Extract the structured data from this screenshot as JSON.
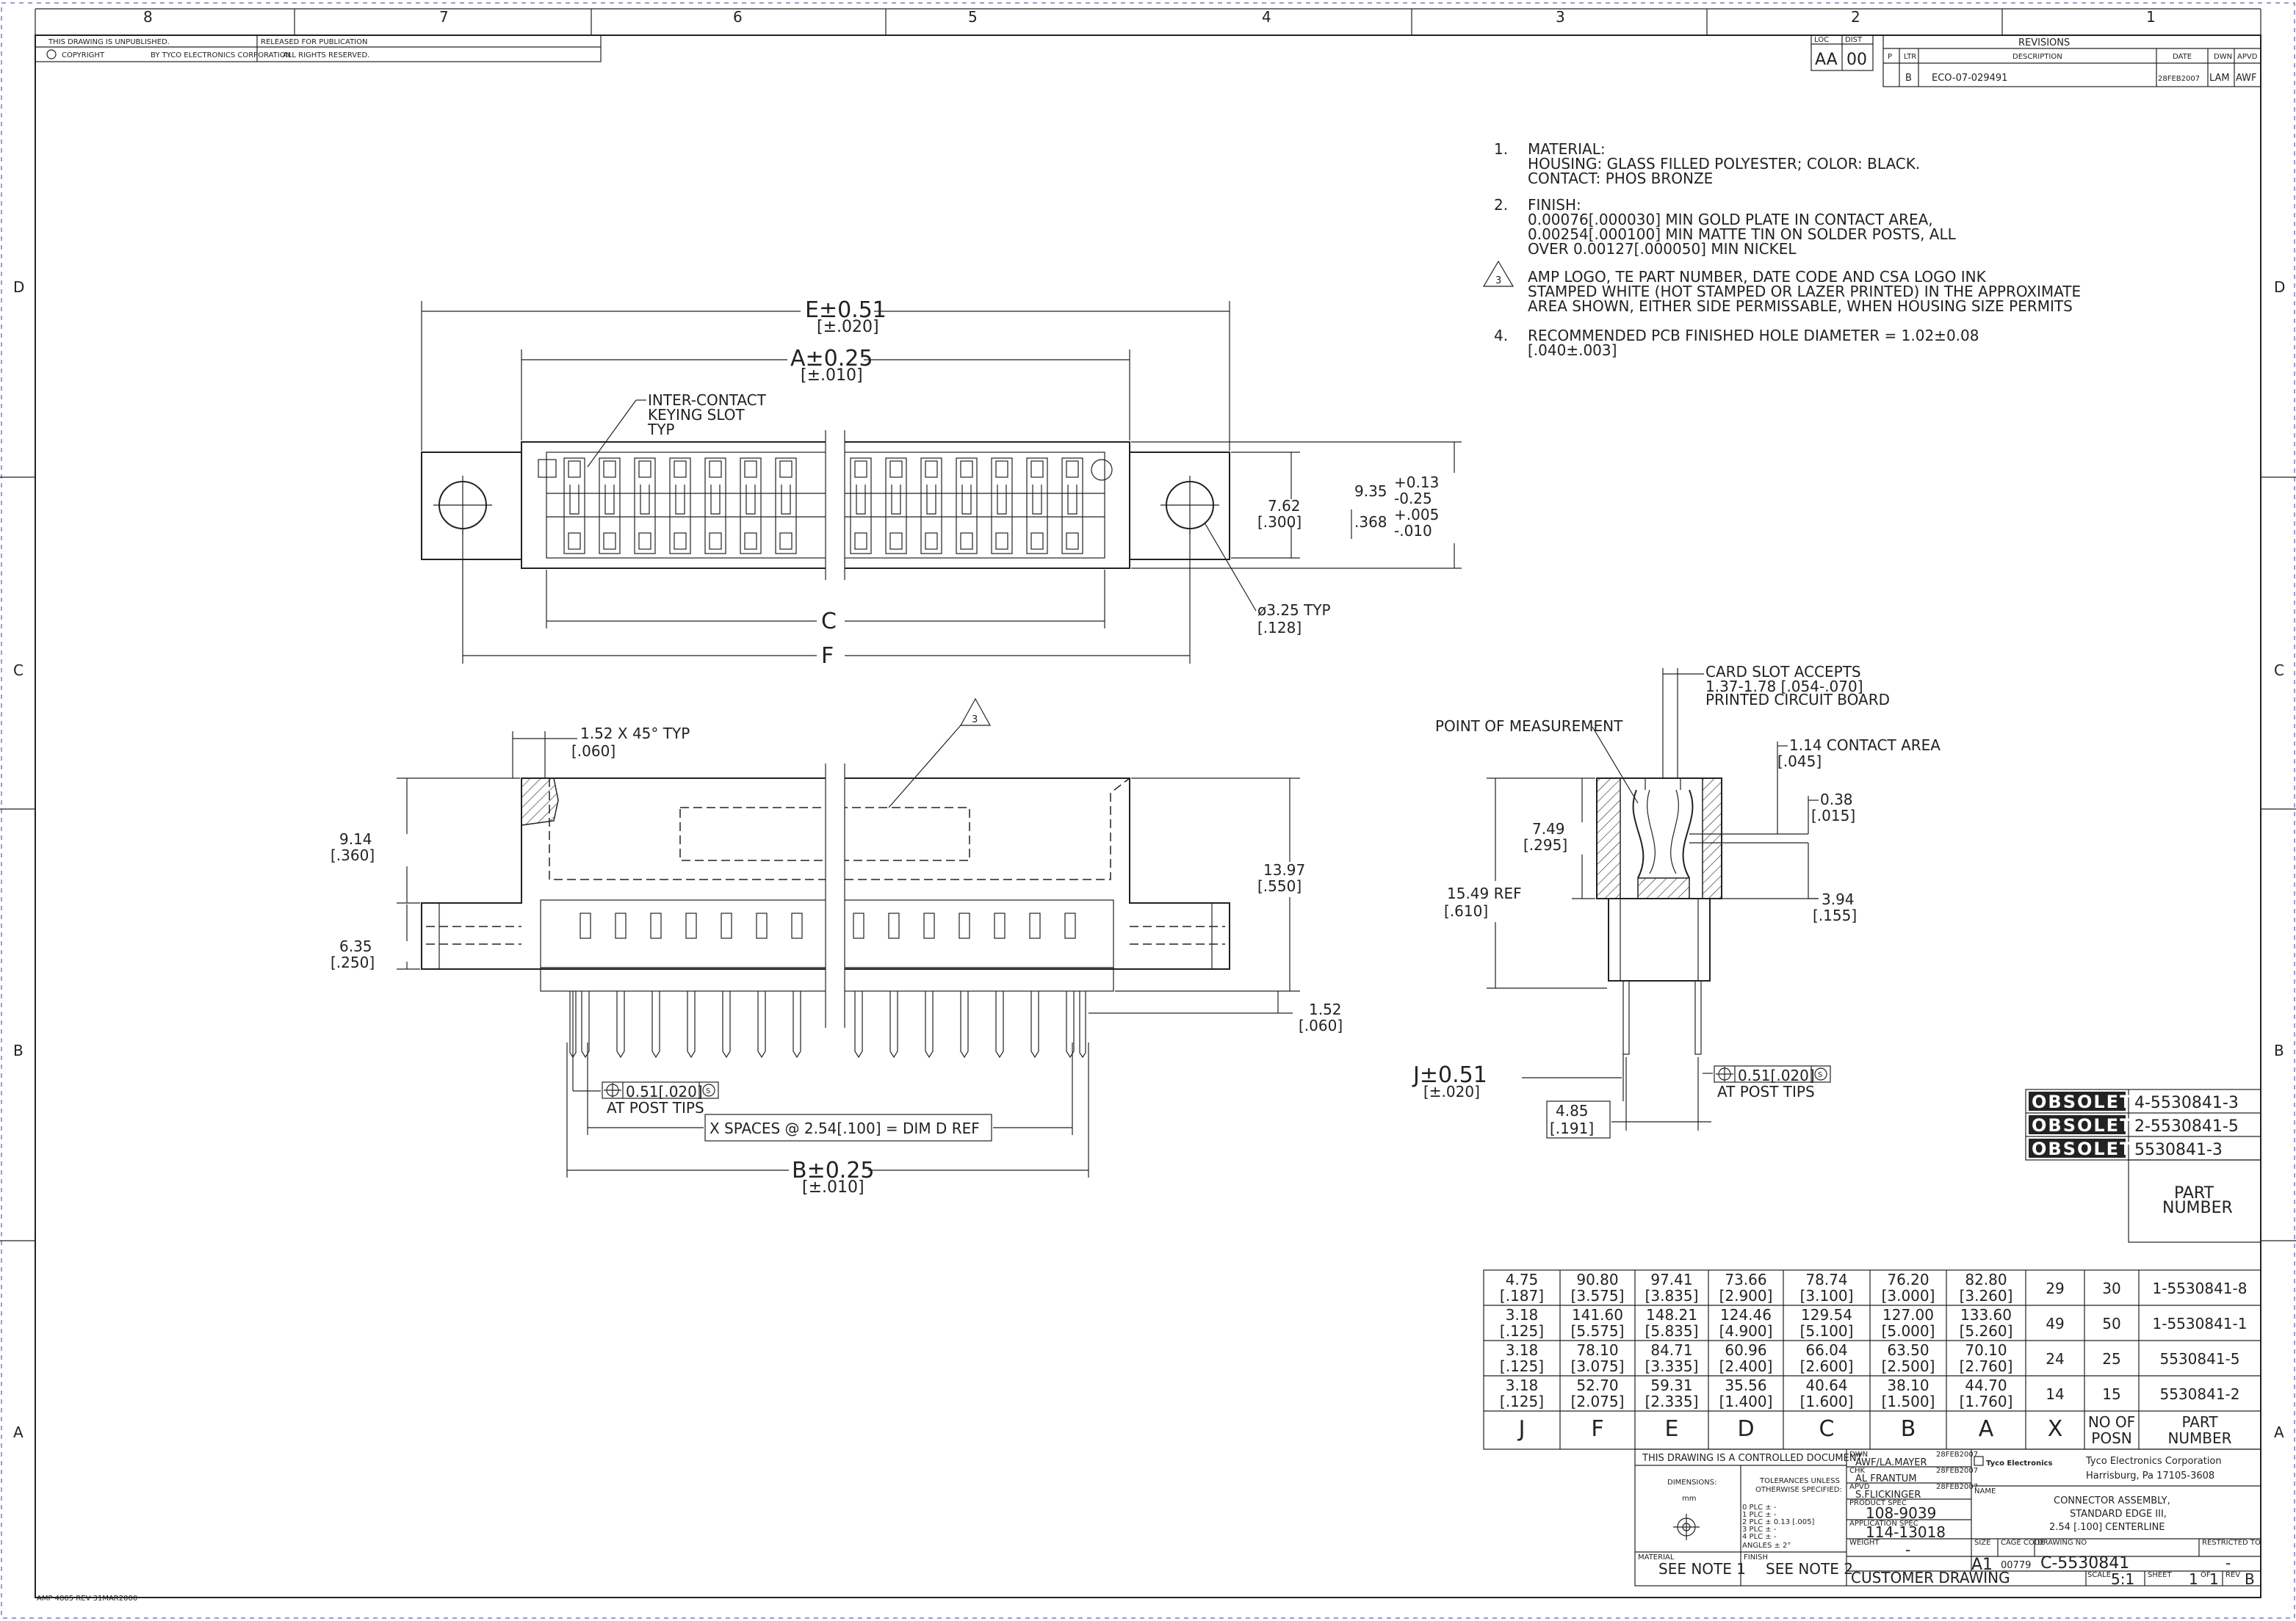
{
  "zones_top": [
    "8",
    "7",
    "6",
    "5",
    "4",
    "3",
    "2",
    "1"
  ],
  "zones_side_left": [
    "D",
    "C",
    "B",
    "A"
  ],
  "zones_side_right": [
    "D",
    "C",
    "B",
    "A"
  ],
  "header_block": {
    "unpublished": "THIS DRAWING IS UNPUBLISHED.",
    "released": "RELEASED FOR PUBLICATION",
    "copyright": "COPYRIGHT",
    "corporation": "BY TYCO ELECTRONICS CORPORATION",
    "rights": "ALL RIGHTS RESERVED."
  },
  "loc": {
    "label_loc": "LOC",
    "label_dist": "DIST",
    "loc": "AA",
    "dist": "00"
  },
  "revisions": {
    "title": "REVISIONS",
    "headers": [
      "P",
      "LTR",
      "DESCRIPTION",
      "DATE",
      "DWN",
      "APVD"
    ],
    "rows": [
      [
        "",
        "B",
        "ECO-07-029491",
        "28FEB2007",
        "LAM",
        "AWF"
      ]
    ]
  },
  "notes": [
    {
      "num": "1.",
      "lines": [
        "MATERIAL:",
        "HOUSING: GLASS FILLED POLYESTER;   COLOR: BLACK.",
        "CONTACT: PHOS BRONZE"
      ]
    },
    {
      "num": "2.",
      "lines": [
        "FINISH:",
        "0.00076[.000030] MIN GOLD PLATE IN CONTACT AREA,",
        "0.00254[.000100] MIN MATTE TIN ON SOLDER POSTS, ALL",
        "OVER 0.00127[.000050] MIN NICKEL"
      ]
    },
    {
      "num": "3",
      "lines": [
        "AMP LOGO, TE PART NUMBER, DATE CODE AND CSA LOGO INK",
        "STAMPED WHITE (HOT STAMPED OR LAZER PRINTED) IN THE APPROXIMATE",
        "AREA SHOWN, EITHER SIDE PERMISSABLE, WHEN HOUSING SIZE PERMITS"
      ]
    },
    {
      "num": "4.",
      "lines": [
        "RECOMMENDED PCB FINISHED HOLE DIAMETER = 1.02±0.08",
        "[.040±.003]"
      ]
    }
  ],
  "top_view": {
    "dim_e": "E±0.51",
    "dim_e_in": "[±.020]",
    "dim_a": "A±0.25",
    "dim_a_in": "[±.010]",
    "slot_label": [
      "INTER-CONTACT",
      "KEYING SLOT",
      "TYP"
    ],
    "dim_c": "C",
    "dim_f": "F",
    "hole": "ø3.25  TYP",
    "hole_in": "[.128]",
    "h762": "7.62",
    "h762_in": "[.300]",
    "h935": "9.35",
    "tol_up": "+0.13",
    "tol_dn": "-0.25",
    "h368": ".368",
    "tol_up_in": "+.005",
    "tol_dn_in": "-.010"
  },
  "front_view": {
    "chamfer": "1.52 X 45°  TYP",
    "chamfer_in": "[.060]",
    "note_tag": "3",
    "h914": "9.14",
    "h914_in": "[.360]",
    "h635": "6.35",
    "h635_in": "[.250]",
    "h1397": "13.97",
    "h1397_in": "[.550]",
    "h152": "1.52",
    "h152_in": "[.060]",
    "pos_tol": "0.51[.020]",
    "pos_s": "S",
    "post_tips": "AT POST TIPS",
    "spaces": "X  SPACES @ 2.54[.100] = DIM  D  REF",
    "dim_b": "B±0.25",
    "dim_b_in": "[±.010]"
  },
  "side_view": {
    "card_slot": [
      "CARD SLOT ACCEPTS",
      "1.37-1.78 [.054-.070]",
      "PRINTED CIRCUIT BOARD"
    ],
    "point": "POINT OF MEASUREMENT",
    "contact_area": "1.14  CONTACT AREA",
    "contact_area_in": "[.045]",
    "d038": "0.38",
    "d038_in": "[.015]",
    "d749": "7.49",
    "d749_in": "[.295]",
    "d1549": "15.49  REF",
    "d1549_in": "[.610]",
    "d394": "3.94",
    "d394_in": "[.155]",
    "dim_j": "J±0.51",
    "dim_j_in": "[±.020]",
    "pos_tol": "0.51[.020]",
    "pos_s": "S",
    "post_tips": "AT POST TIPS",
    "d485": "4.85",
    "d485_in": "[.191]"
  },
  "obsolete": {
    "label": "OBSOLETE",
    "parts": [
      "4-5530841-3",
      "2-5530841-5",
      "5530841-3"
    ],
    "part_number_header": [
      "PART",
      "NUMBER"
    ]
  },
  "table": {
    "headers": [
      "J",
      "F",
      "E",
      "D",
      "C",
      "B",
      "A",
      "X",
      "NO OF POSN",
      "PART NUMBER"
    ],
    "rows": [
      {
        "J": [
          "4.75",
          "[.187]"
        ],
        "F": [
          "90.80",
          "[3.575]"
        ],
        "E": [
          "97.41",
          "[3.835]"
        ],
        "D": [
          "73.66",
          "[2.900]"
        ],
        "C": [
          "78.74",
          "[3.100]"
        ],
        "B": [
          "76.20",
          "[3.000]"
        ],
        "A": [
          "82.80",
          "[3.260]"
        ],
        "X": "29",
        "posn": "30",
        "part": "1-5530841-8"
      },
      {
        "J": [
          "3.18",
          "[.125]"
        ],
        "F": [
          "141.60",
          "[5.575]"
        ],
        "E": [
          "148.21",
          "[5.835]"
        ],
        "D": [
          "124.46",
          "[4.900]"
        ],
        "C": [
          "129.54",
          "[5.100]"
        ],
        "B": [
          "127.00",
          "[5.000]"
        ],
        "A": [
          "133.60",
          "[5.260]"
        ],
        "X": "49",
        "posn": "50",
        "part": "1-5530841-1"
      },
      {
        "J": [
          "3.18",
          "[.125]"
        ],
        "F": [
          "78.10",
          "[3.075]"
        ],
        "E": [
          "84.71",
          "[3.335]"
        ],
        "D": [
          "60.96",
          "[2.400]"
        ],
        "C": [
          "66.04",
          "[2.600]"
        ],
        "B": [
          "63.50",
          "[2.500]"
        ],
        "A": [
          "70.10",
          "[2.760]"
        ],
        "X": "24",
        "posn": "25",
        "part": "5530841-5"
      },
      {
        "J": [
          "3.18",
          "[.125]"
        ],
        "F": [
          "52.70",
          "[2.075]"
        ],
        "E": [
          "59.31",
          "[2.335]"
        ],
        "D": [
          "35.56",
          "[1.400]"
        ],
        "C": [
          "40.64",
          "[1.600]"
        ],
        "B": [
          "38.10",
          "[1.500]"
        ],
        "A": [
          "44.70",
          "[1.760]"
        ],
        "X": "14",
        "posn": "15",
        "part": "5530841-2"
      }
    ]
  },
  "title_block": {
    "controlled": "THIS DRAWING IS A CONTROLLED DOCUMENT.",
    "dimensions": "DIMENSIONS:",
    "dim_unit": "mm",
    "tolerances": [
      "TOLERANCES UNLESS",
      "OTHERWISE SPECIFIED:"
    ],
    "tol_lines": [
      "0 PLC  ± -",
      "1 PLC  ± -",
      "2 PLC  ± 0.13 [.005]",
      "3 PLC  ± -",
      "4 PLC  ± -",
      "ANGLES  ± 2°"
    ],
    "material": "MATERIAL",
    "material_val": "SEE NOTE 1",
    "finish": "FINISH",
    "finish_val": "SEE NOTE 2",
    "dwn": "DWN",
    "dwn_val": "AWF/LA.MAYER",
    "dwn_date": "28FEB2007",
    "chk": "CHK",
    "chk_val": "AL FRANTUM",
    "chk_date": "28FEB2007",
    "apvd": "APVD",
    "apvd_val": "S.FLICKINGER",
    "apvd_date": "28FEB2007",
    "product_spec": "PRODUCT SPEC",
    "product_spec_val": "108-9039",
    "app_spec": "APPLICATION SPEC",
    "app_spec_val": "114-13018",
    "weight": "WEIGHT",
    "weight_val": "-",
    "customer": "CUSTOMER DRAWING",
    "company": "Tyco Electronics",
    "corp": "Tyco Electronics Corporation",
    "address": "Harrisburg, Pa 17105-3608",
    "name_label": "NAME",
    "title_lines": [
      "CONNECTOR ASSEMBLY,",
      "STANDARD EDGE III,",
      "2.54 [.100] CENTERLINE"
    ],
    "size_label": "SIZE",
    "size": "A1",
    "cage_label": "CAGE CODE",
    "cage": "00779",
    "dwg_label": "DRAWING NO",
    "dwg_no": "C-5530841",
    "restricted": "RESTRICTED TO",
    "restricted_val": "-",
    "scale_label": "SCALE",
    "scale": "5:1",
    "sheet_label": "SHEET",
    "sheet": "1",
    "of": "OF",
    "sheets": "1",
    "rev_label": "REV",
    "rev": "B"
  },
  "form_no": "AMP 4805 REV 31MAR2000"
}
